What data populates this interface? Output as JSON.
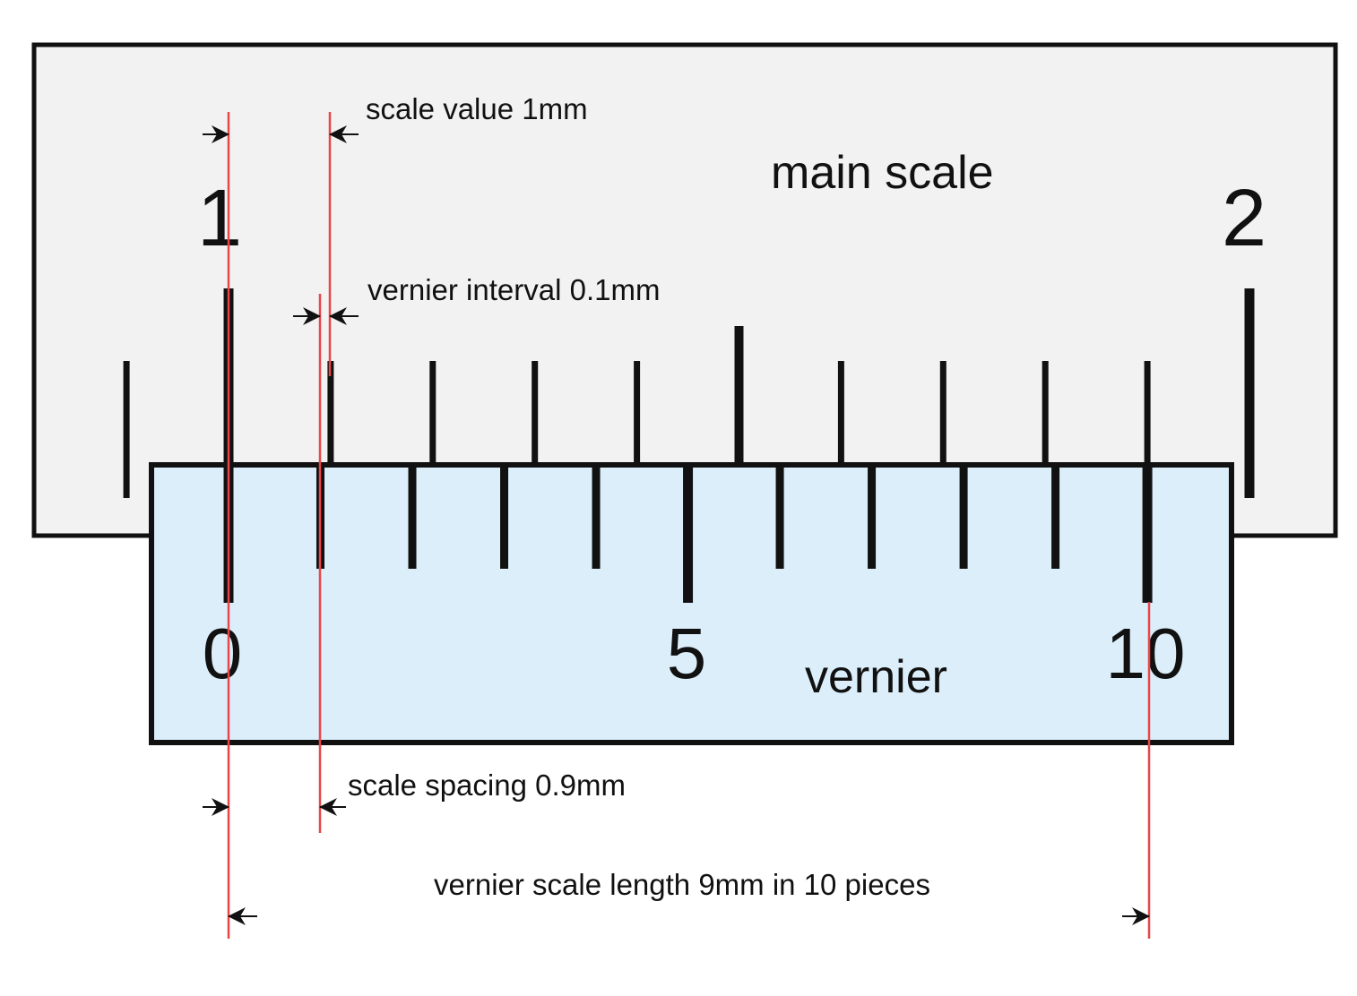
{
  "labels": {
    "main_scale": "main scale",
    "vernier": "vernier",
    "scale_value": "scale value 1mm",
    "vernier_interval": "vernier interval 0.1mm",
    "scale_spacing": "scale spacing 0.9mm",
    "vernier_length": "vernier scale length 9mm in 10 pieces"
  },
  "main_scale": {
    "numbers": [
      "1",
      "2"
    ],
    "marks_mm": [
      9,
      10,
      11,
      12,
      13,
      14,
      15,
      16,
      17,
      18,
      19,
      20
    ]
  },
  "vernier_scale": {
    "numbers": [
      "0",
      "5",
      "10"
    ],
    "divisions": [
      0,
      1,
      2,
      3,
      4,
      5,
      6,
      7,
      8,
      9,
      10
    ],
    "division_spacing_mm": 0.9
  },
  "colors": {
    "main_fill": "#f2f2f2",
    "vernier_fill": "#dbeefa",
    "outline": "#111111",
    "guide": "#e8474a"
  }
}
